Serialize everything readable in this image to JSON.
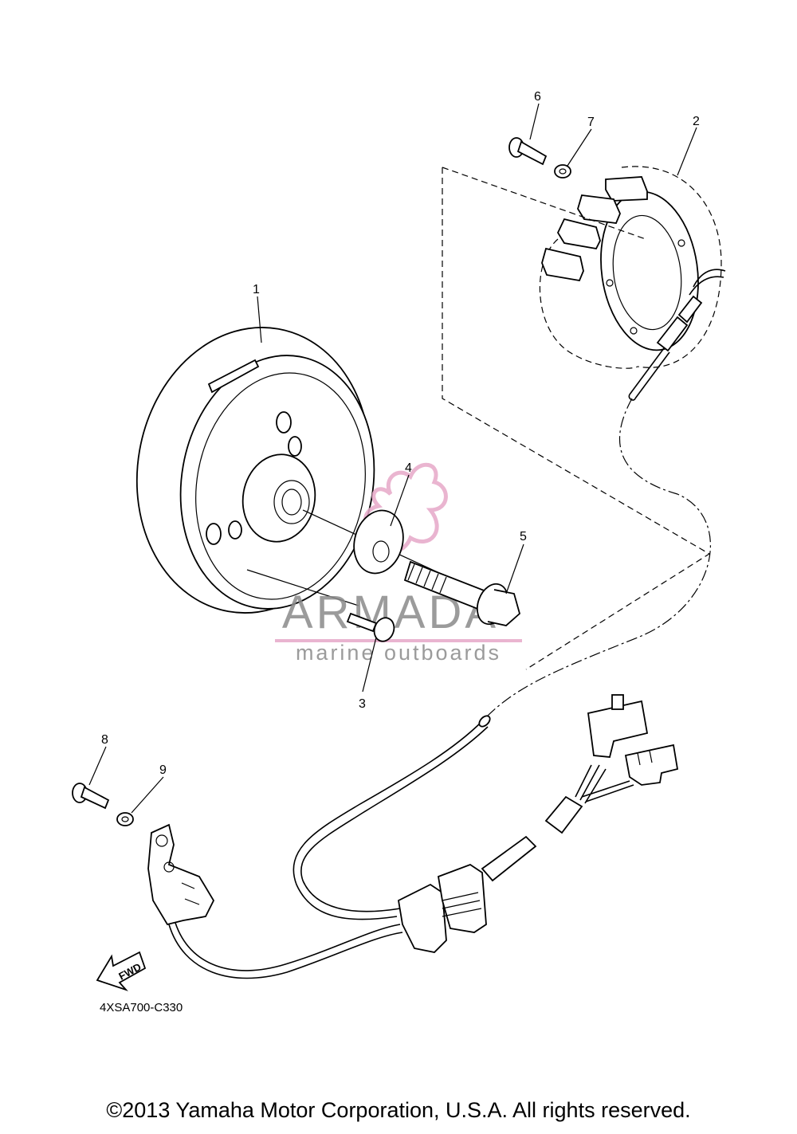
{
  "callouts": {
    "c1": "1",
    "c2": "2",
    "c3": "3",
    "c4": "4",
    "c5": "5",
    "c6": "6",
    "c7": "7",
    "c8": "8",
    "c9": "9"
  },
  "fwd_label": "FWD",
  "diagram_code": "4XSA700-C330",
  "watermark": {
    "brand": "ARMADA",
    "tagline": "marine outboards",
    "color": "#e6a8c8"
  },
  "copyright": "©2013 Yamaha Motor Corporation, U.S.A. All rights reserved."
}
